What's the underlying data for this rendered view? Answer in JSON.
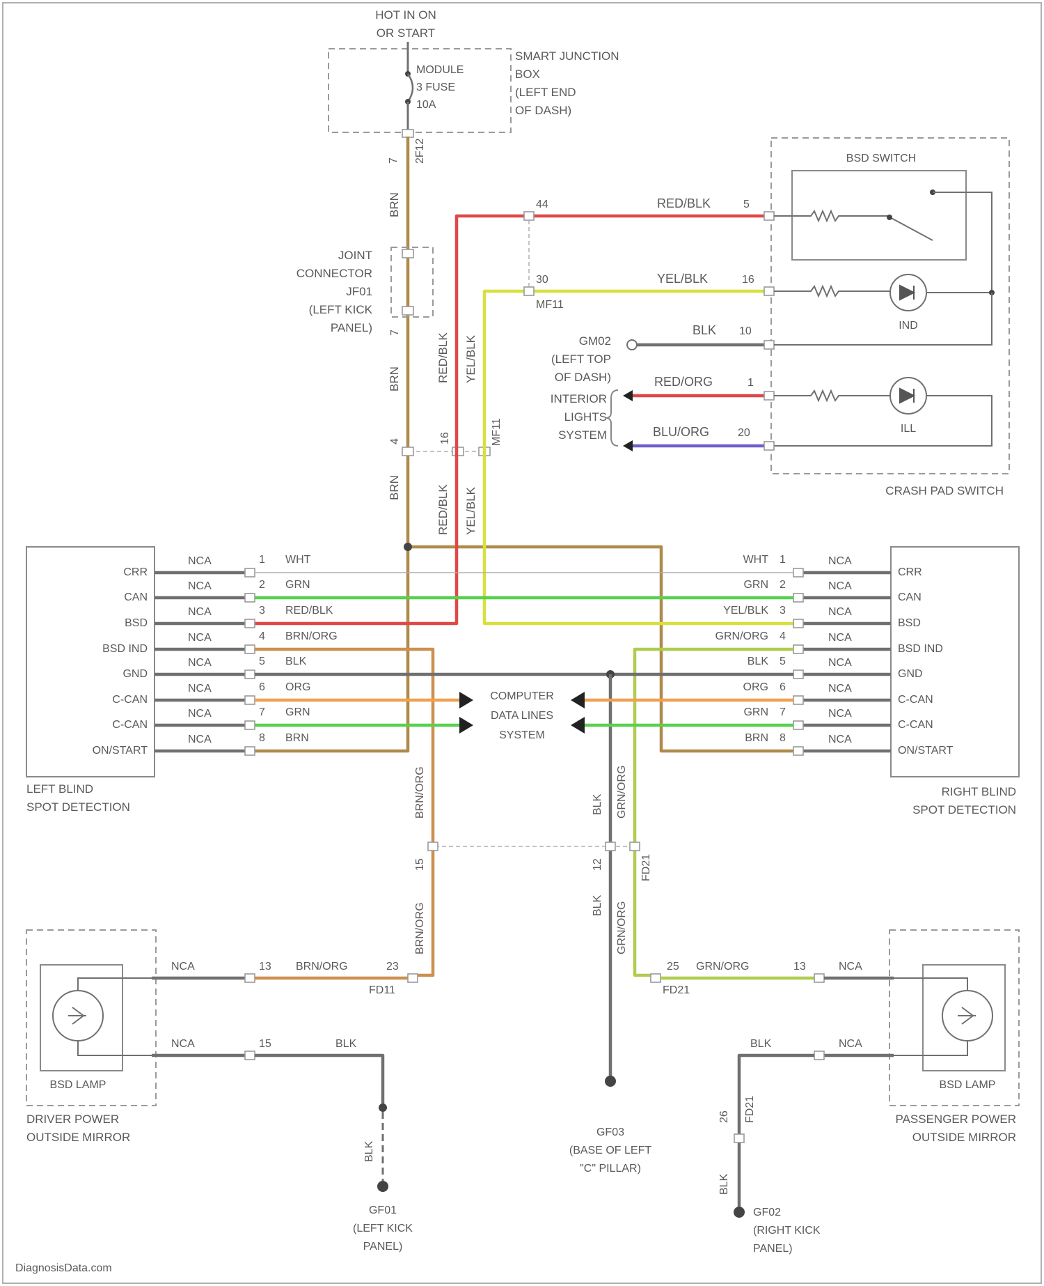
{
  "power": {
    "top1": "HOT IN ON",
    "top2": "OR START"
  },
  "fusebox": {
    "fuse1": "MODULE",
    "fuse2": "3 FUSE",
    "fuse3": "10A",
    "name1": "SMART JUNCTION",
    "name2": "BOX",
    "name3": "(LEFT END",
    "name4": "OF DASH)",
    "conn": "2F12"
  },
  "joint": {
    "l1": "JOINT",
    "l2": "CONNECTOR",
    "l3": "JF01",
    "l4": "(LEFT KICK",
    "l5": "PANEL)"
  },
  "wires": {
    "brn": "BRN",
    "redblk": "RED/BLK",
    "yelblk": "YEL/BLK",
    "blk": "BLK",
    "brnorg": "BRN/ORG",
    "redorg": "RED/ORG",
    "bluorg": "BLU/ORG",
    "grnorg": "GRN/ORG",
    "wht": "WHT",
    "grn": "GRN",
    "org": "ORG",
    "nca": "NCA",
    "p3": "3",
    "p4": "4",
    "p7": "7",
    "p15": "15",
    "p16": "16",
    "p26": "26",
    "p12": "12"
  },
  "crash_pad": {
    "title": "CRASH PAD SWITCH",
    "bsd_switch": "BSD SWITCH",
    "ind": "IND",
    "ill": "ILL",
    "mf11": "MF11",
    "pin44": "44",
    "pin30": "30",
    "p5": "5",
    "p16": "16",
    "p10": "10",
    "p1": "1",
    "p20": "20",
    "gm02_1": "GM02",
    "gm02_2": "(LEFT TOP",
    "gm02_3": "OF DASH)",
    "int1": "INTERIOR",
    "int2": "LIGHTS",
    "int3": "SYSTEM"
  },
  "left_bsd": {
    "pins": [
      "CRR",
      "CAN",
      "BSD",
      "BSD IND",
      "GND",
      "C-CAN",
      "C-CAN",
      "ON/START"
    ],
    "nums": [
      "1",
      "2",
      "3",
      "4",
      "5",
      "6",
      "7",
      "8"
    ],
    "colors": [
      "WHT",
      "GRN",
      "RED/BLK",
      "BRN/ORG",
      "BLK",
      "ORG",
      "GRN",
      "BRN"
    ],
    "name1": "LEFT BLIND",
    "name2": "SPOT DETECTION"
  },
  "right_bsd": {
    "pins": [
      "CRR",
      "CAN",
      "BSD",
      "BSD IND",
      "GND",
      "C-CAN",
      "C-CAN",
      "ON/START"
    ],
    "nums": [
      "1",
      "2",
      "3",
      "4",
      "5",
      "6",
      "7",
      "8"
    ],
    "colors": [
      "WHT",
      "GRN",
      "YEL/BLK",
      "GRN/ORG",
      "BLK",
      "ORG",
      "GRN",
      "BRN"
    ],
    "name1": "RIGHT BLIND",
    "name2": "SPOT DETECTION"
  },
  "computer": {
    "l1": "COMPUTER",
    "l2": "DATA LINES",
    "l3": "SYSTEM"
  },
  "driver_mirror": {
    "lamp": "BSD LAMP",
    "name1": "DRIVER POWER",
    "name2": "OUTSIDE MIRROR",
    "pin13": "13",
    "pin15": "15",
    "pin23": "23",
    "conn": "FD11"
  },
  "pass_mirror": {
    "lamp": "BSD LAMP",
    "name1": "PASSENGER POWER",
    "name2": "OUTSIDE MIRROR",
    "pin25": "25",
    "pin13": "13",
    "conn": "FD21"
  },
  "grounds": {
    "gf01_1": "GF01",
    "gf01_2": "(LEFT KICK",
    "gf01_3": "PANEL)",
    "gf03_1": "GF03",
    "gf03_2": "(BASE OF LEFT",
    "gf03_3": "\"C\" PILLAR)",
    "gf02_1": "GF02",
    "gf02_2": "(RIGHT KICK",
    "gf02_3": "PANEL)"
  },
  "colors": {
    "brn": "#b08a4a",
    "red": "#e04848",
    "yel": "#d8e040",
    "grn": "#58d050",
    "org": "#f0a050",
    "blu": "#7060c8",
    "gry": "#707070",
    "wht": "#d0d0d0",
    "brnorg": "#cc9050",
    "grnorg": "#b0cc50"
  },
  "footer": "DiagnosisData.com"
}
